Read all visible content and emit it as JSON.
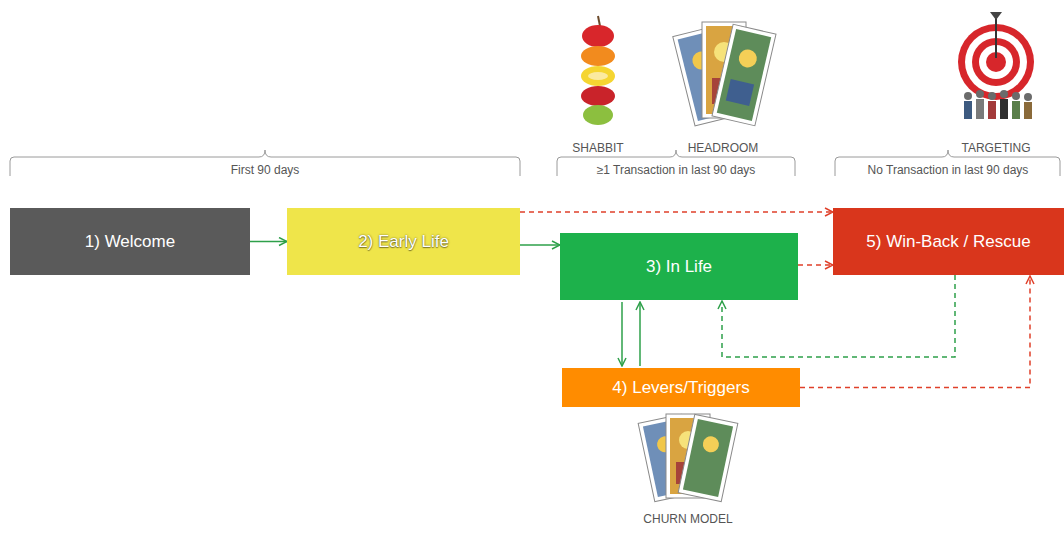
{
  "diagram": {
    "nodes": [
      {
        "text": [
          "1) Welcome"
        ]
      },
      {
        "text": [
          "2) Early Life"
        ]
      },
      {
        "text": [
          "3) In Life"
        ]
      },
      {
        "text": [
          "4) Levers/Triggers"
        ]
      },
      {
        "text": [
          "5) Win-Back / Rescue"
        ]
      }
    ],
    "edges": [
      {
        "from": 0,
        "to": 1,
        "arrow": "to"
      },
      {
        "from": 1,
        "to": 2,
        "arrow": "to"
      },
      {
        "from": 1,
        "to": 4,
        "arrow": "to"
      },
      {
        "from": 2,
        "to": 4,
        "arrow": "to"
      },
      {
        "from": 2,
        "to": 3,
        "arrow": "to"
      },
      {
        "from": 3,
        "to": 2,
        "arrow": "to"
      },
      {
        "from": 4,
        "to": 2,
        "arrow": "to"
      },
      {
        "from": 3,
        "to": 4,
        "arrow": "to"
      }
    ],
    "labels": [
      "SHABBIT",
      "HEADROOM",
      "TARGETING",
      "First 90 days",
      "≥1 Transaction in last 90 days",
      "No Transaction in last 90 days",
      "CHURN MODEL"
    ]
  }
}
